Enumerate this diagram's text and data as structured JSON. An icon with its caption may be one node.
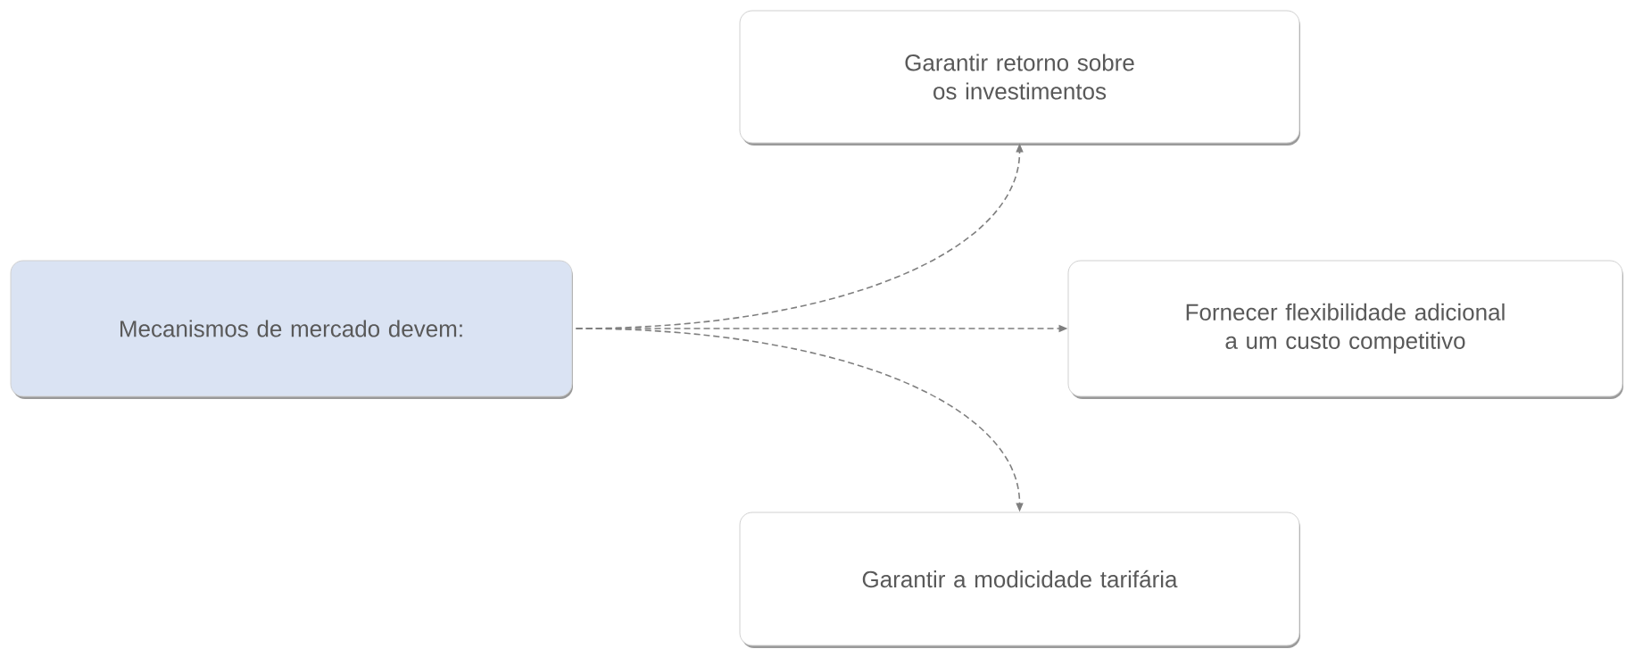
{
  "diagram": {
    "nodes": [
      {
        "text": [
          "Mecanismos de mercado devem:"
        ]
      },
      {
        "text": [
          "Garantir retorno sobre os investimentos"
        ]
      },
      {
        "text": [
          "Fornecer flexibilidade adicional a um custo competitivo"
        ]
      },
      {
        "text": [
          "Garantir a modicidade tarifária"
        ]
      }
    ],
    "edges": [
      {
        "from": 0,
        "to": 1,
        "arrow": "to",
        "style": "dashed"
      },
      {
        "from": 0,
        "to": 2,
        "arrow": "to",
        "style": "dashed"
      },
      {
        "from": 0,
        "to": 3,
        "arrow": "to",
        "style": "dashed"
      }
    ]
  }
}
